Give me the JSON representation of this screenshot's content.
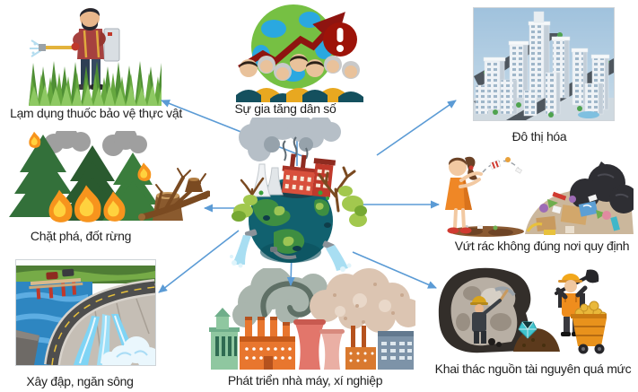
{
  "diagram": {
    "type": "environmental-impact-cause-diagram",
    "arrow_color": "#5B9BD5",
    "text_color": "#1f1f1f",
    "center": {
      "id": "polluted-earth",
      "icon": "polluted-earth-factory-icon"
    },
    "nodes": [
      {
        "id": "pesticide-abuse",
        "label": "Lạm dụng thuốc bảo vệ thực vật",
        "icon": "farmer-spraying-pesticide-icon",
        "position": "top-left"
      },
      {
        "id": "population-growth",
        "label": "Sự gia tăng dân số",
        "icon": "population-growth-icon",
        "position": "top-center"
      },
      {
        "id": "urbanization",
        "label": "Đô thị hóa",
        "icon": "city-buildings-icon",
        "position": "top-right"
      },
      {
        "id": "deforestation",
        "label": "Chặt phá, đốt rừng",
        "icon": "burning-forest-icon",
        "position": "middle-left"
      },
      {
        "id": "littering",
        "label": "Vứt rác không đúng nơi quy định",
        "icon": "girl-littering-icon",
        "position": "middle-right"
      },
      {
        "id": "dam-building",
        "label": "Xây đập, ngăn sông",
        "icon": "hydro-dam-icon",
        "position": "bottom-left"
      },
      {
        "id": "factory-development",
        "label": "Phát triển nhà máy, xí nghiệp",
        "icon": "factories-smoke-icon",
        "position": "bottom-center"
      },
      {
        "id": "resource-overexploitation",
        "label": "Khai thác nguồn tài nguyên quá mức",
        "icon": "mining-icon",
        "position": "bottom-right"
      }
    ]
  }
}
